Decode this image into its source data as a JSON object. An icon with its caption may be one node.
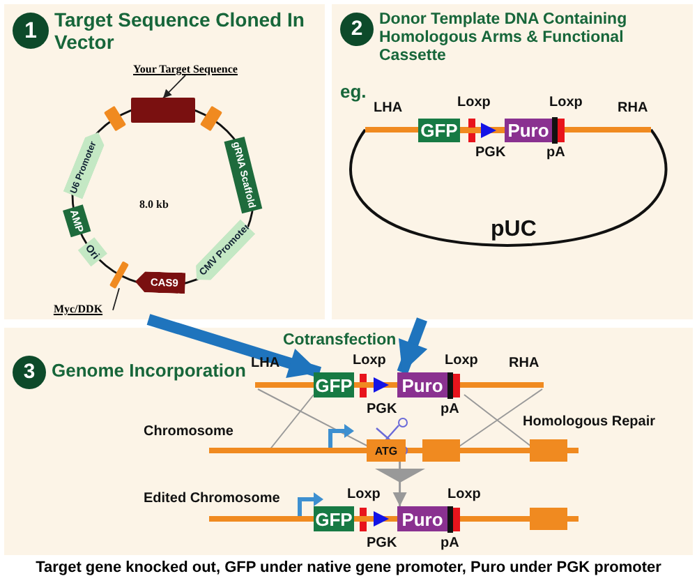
{
  "diagram": {
    "caption": "Target gene knocked out, GFP under native gene promoter, Puro under PGK promoter",
    "nodes": [
      {
        "text": [
          "1",
          "Target Sequence Cloned In Vector"
        ]
      },
      {
        "text": [
          "2",
          "Donor Template DNA Containing Homologous Arms & Functional Cassette"
        ]
      },
      {
        "text": [
          "3",
          "Genome Incorporation"
        ]
      },
      {
        "text": [
          "U6 Promoter"
        ],
        "in": 0
      },
      {
        "text": [
          "AMP"
        ],
        "in": 0
      },
      {
        "text": [
          "Ori"
        ],
        "in": 0
      },
      {
        "text": [
          "CAS9"
        ],
        "in": 0
      },
      {
        "text": [
          "CMV Promoter"
        ],
        "in": 0
      },
      {
        "text": [
          "gRNA Scaffold"
        ],
        "in": 0
      },
      {
        "text": [],
        "shape": "bar",
        "in": 0
      },
      {
        "text": [
          "Your Target Sequence"
        ],
        "in": 0
      },
      {
        "text": [
          "Myc/DDK"
        ],
        "in": 0
      },
      {
        "text": [],
        "shape": "bar",
        "in": 0
      },
      {
        "text": [
          "GFP"
        ],
        "in": 1
      },
      {
        "text": [
          "Puro"
        ],
        "in": 1
      },
      {
        "text": [
          "GFP"
        ],
        "in": 2
      },
      {
        "text": [
          "Puro"
        ],
        "in": 2
      },
      {
        "text": [
          "ATG"
        ],
        "in": 2
      },
      {
        "text": [
          "GFP"
        ],
        "in": 2
      },
      {
        "text": [
          "Puro"
        ],
        "in": 2
      },
      {
        "text": [],
        "shape": "bar",
        "in": 0
      },
      {
        "text": [],
        "shape": "bar",
        "in": 0
      }
    ],
    "edges": [
      {
        "from": 10,
        "to": 9,
        "arrow": "to",
        "color": "#222222"
      },
      {
        "from": 11,
        "to": 12,
        "arrow": "none",
        "color": "#222222"
      },
      {
        "from": 0,
        "to": 15,
        "arrow": "to",
        "style": "thick",
        "color": "#1f74bd"
      },
      {
        "from": 1,
        "to": 16,
        "arrow": "to",
        "style": "thick",
        "color": "#1f74bd"
      },
      {
        "from": 13,
        "to": 14,
        "arrow": "to",
        "color": "#f08a20"
      },
      {
        "from": 15,
        "to": 16,
        "arrow": "to",
        "color": "#f08a20"
      },
      {
        "from": 18,
        "to": 19,
        "arrow": "to",
        "color": "#f08a20"
      },
      {
        "from": 17,
        "to": 19,
        "arrow": "to",
        "color": "#999999"
      }
    ],
    "labels": [
      "8.0 kb",
      "eg.",
      "LHA",
      "Loxp",
      "Loxp",
      "RHA",
      "PGK",
      "pA",
      "pUC",
      "Cotransfection",
      "LHA",
      "Loxp",
      "Loxp",
      "RHA",
      "PGK",
      "pA",
      "Chromosome",
      "Homologous Repair",
      "Edited Chromosome",
      "Loxp",
      "Loxp",
      "PGK",
      "pA"
    ]
  }
}
